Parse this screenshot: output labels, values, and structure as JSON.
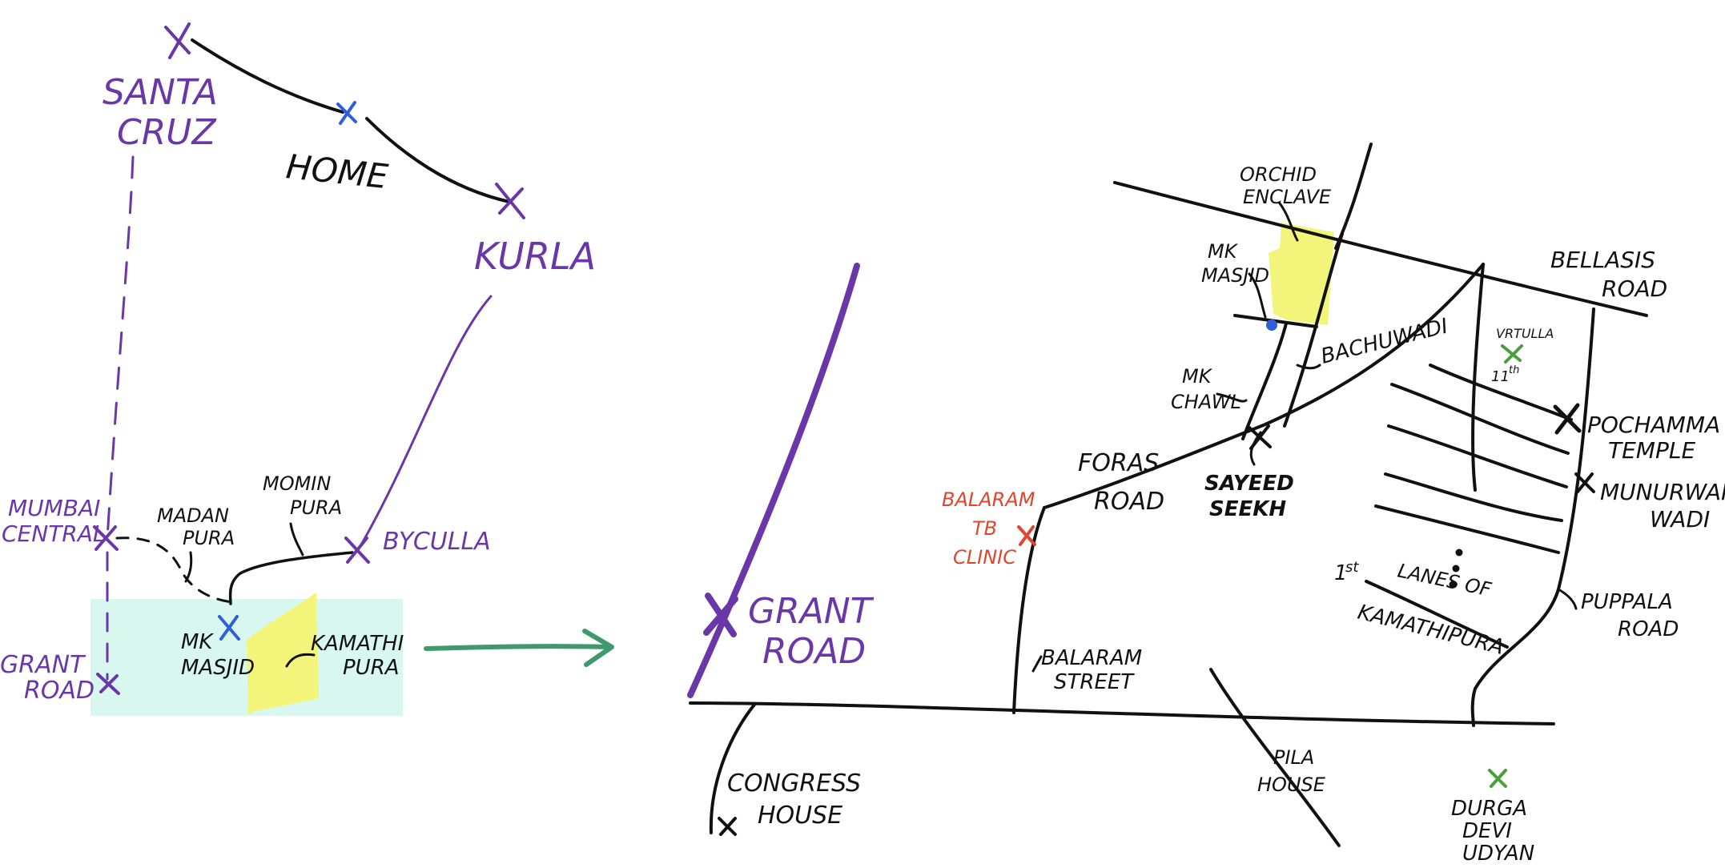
{
  "colors": {
    "purple": "#6a37a8",
    "black": "#111111",
    "blue": "#2f5fd8",
    "red": "#e0462c",
    "green_mark": "#4a9e3c",
    "arrow_green": "#3e9a6c",
    "yellow_area": "#f3f57a",
    "cyan_area": "#d8f7ef"
  },
  "overview_map": {
    "labels": {
      "santa_cruz": [
        "SANTA",
        "CRUZ"
      ],
      "home": "HOME",
      "kurla": "KURLA",
      "momin_pura": [
        "MOMIN",
        "PURA"
      ],
      "madan_pura": [
        "MADAN",
        "PURA"
      ],
      "mumbai_central": [
        "MUMBAI",
        "CENTRAL"
      ],
      "byculla": "BYCULLA",
      "grant_road": [
        "GRANT",
        "ROAD"
      ],
      "mk_masjid": [
        "MK",
        "MASJID"
      ],
      "kamathi_pura": [
        "KAMATHI",
        "PURA"
      ]
    }
  },
  "detail_map": {
    "labels": {
      "grant_road": [
        "GRANT",
        "ROAD"
      ],
      "orchid_enclave": [
        "ORCHID",
        "ENCLAVE"
      ],
      "mk_masjid": [
        "MK",
        "MASJID"
      ],
      "bellasis_road": [
        "BELLASIS",
        "ROAD"
      ],
      "bachuwadi": "BACHUWADI",
      "mk_chawl": [
        "MK",
        "CHAWL"
      ],
      "vrtulla": "VRTULLA",
      "eleventh": "11",
      "eleventh_sup": "th",
      "pochamma_temple": [
        "POCHAMMA",
        "TEMPLE"
      ],
      "munurwar_wadi": [
        "MUNURWAR",
        "WADI"
      ],
      "foras_road": [
        "FORAS",
        "ROAD"
      ],
      "sayeed_seekh": [
        "SAYEED",
        "SEEKH"
      ],
      "balaram_tb_clinic": [
        "BALARAM",
        "TB",
        "CLINIC"
      ],
      "first": "1",
      "first_sup": "st",
      "lanes_of": "LANES OF",
      "kamathipura": "KAMATHIPURA",
      "puppala_road": [
        "PUPPALA",
        "ROAD"
      ],
      "balaram_street": [
        "BALARAM",
        "STREET"
      ],
      "congress_house": [
        "CONGRESS",
        "HOUSE"
      ],
      "pila_house": [
        "PILA",
        "HOUSE"
      ],
      "durga_devi_udyan": [
        "DURGA",
        "DEVI",
        "UDYAN"
      ]
    }
  }
}
